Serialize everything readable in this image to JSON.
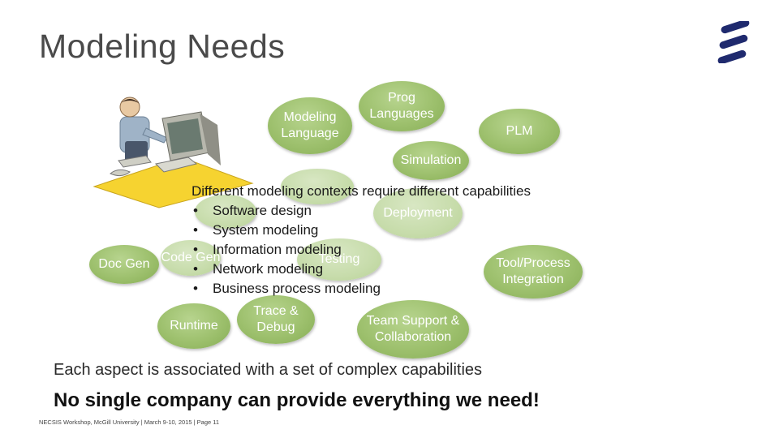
{
  "slide": {
    "title": "Modeling Needs",
    "logo_icon": "ericsson-logo-icon"
  },
  "bubbles": {
    "modeling_language": "Modeling\nLanguage",
    "prog_languages": "Prog\nLanguages",
    "plm": "PLM",
    "simulation": "Simulation",
    "deployment": "Deployment",
    "doc_gen": "Doc Gen",
    "code_gen": "Code Gen",
    "testing": "Testing",
    "tool_process": "Tool/Process\nIntegration",
    "runtime": "Runtime",
    "trace_debug": "Trace &\nDebug",
    "team_support": "Team Support &\nCollaboration"
  },
  "contexts": {
    "heading": "Different modeling contexts require different capabilities",
    "items": [
      "Software design",
      "System modeling",
      "Information modeling",
      "Network modeling",
      "Business process modeling"
    ]
  },
  "caption": "Each aspect is associated with a set of complex capabilities",
  "headline": "No single company can provide everything we need!",
  "footer": "NECSIS Workshop, McGill University   |  March 9-10, 2015  |  Page 11",
  "colors": {
    "bubble_green": "#9dc06d",
    "bubble_pale": "#c7dcab",
    "logo_blue": "#1f2a6e"
  }
}
